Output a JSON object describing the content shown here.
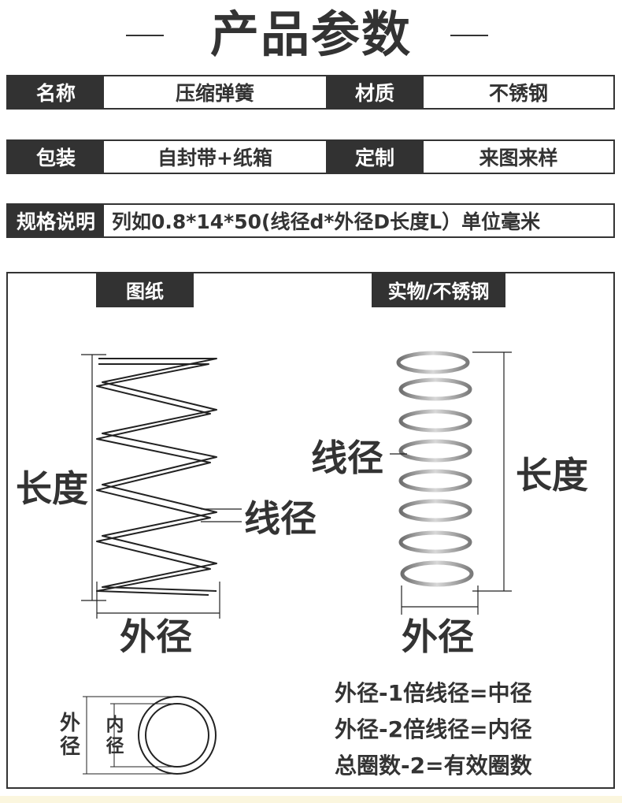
{
  "title": "产品参数",
  "params": [
    {
      "label1": "名称",
      "value1": "压缩弹簧",
      "label2": "材质",
      "value2": "不锈钢"
    },
    {
      "label1": "包装",
      "value1": "自封带+纸箱",
      "label2": "定制",
      "value2": "来图来样"
    }
  ],
  "spec": {
    "label": "规格说明",
    "text": "列如0.8*14*50(线径d*外径D长度L）单位毫米"
  },
  "drawing": {
    "tab": "图纸",
    "length_label": "长度",
    "wire_label": "线径",
    "outer_label": "外径",
    "ring_outer_label": "外径",
    "ring_inner_label": "内径"
  },
  "photo": {
    "tab": "实物/不锈钢",
    "wire_label": "线径",
    "length_label": "长度",
    "outer_label": "外径"
  },
  "formulas": [
    "外径-1倍线径=中径",
    "外径-2倍线径=内径",
    "总圈数-2=有效圈数"
  ]
}
